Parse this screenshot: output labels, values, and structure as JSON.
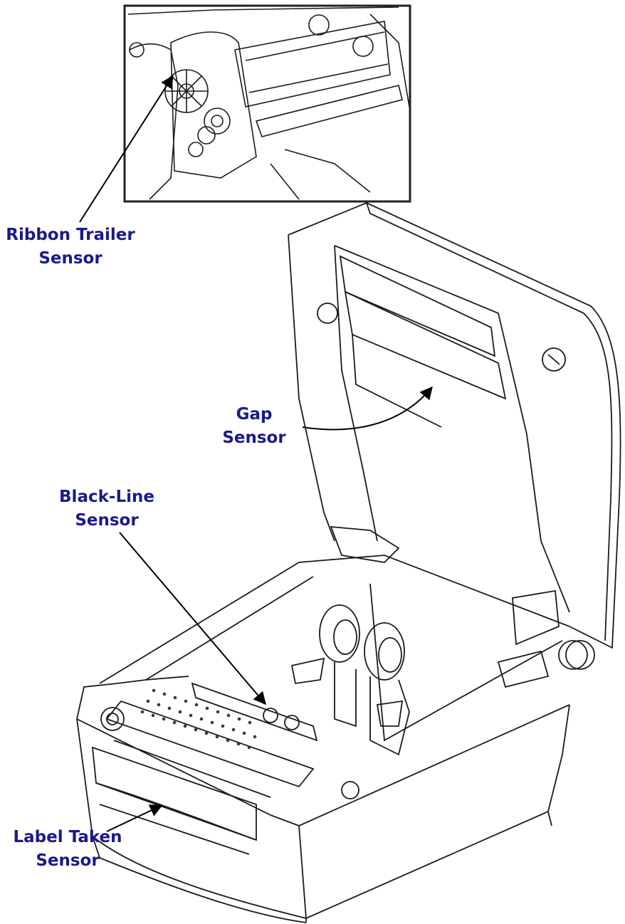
{
  "colors": {
    "label_text": "#1a1a8c",
    "line_art": "#1b1b1b",
    "leader": "#000000",
    "background": "#ffffff"
  },
  "callouts": {
    "ribbon_trailer": {
      "line1": "Ribbon Trailer",
      "line2": "Sensor"
    },
    "gap": {
      "line1": "Gap",
      "line2": "Sensor"
    },
    "black_line": {
      "line1": "Black-Line",
      "line2": "Sensor"
    },
    "label_taken": {
      "line1": "Label Taken",
      "line2": "Sensor"
    }
  }
}
